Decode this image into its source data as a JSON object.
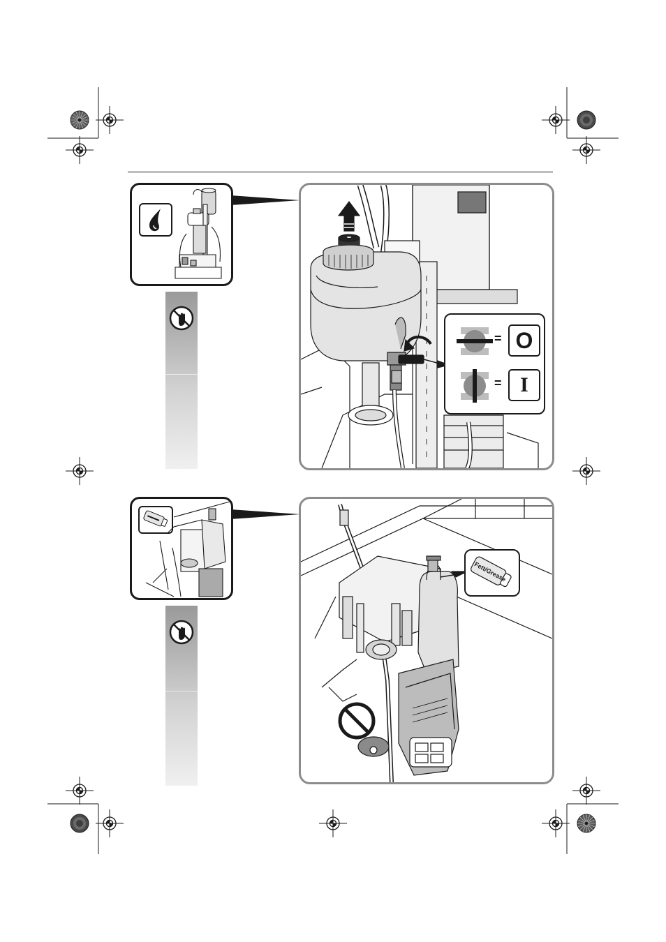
{
  "figure_top": {
    "thumbnail_icon": "oil-drop-icon",
    "strip_icon": "no-hand-icon",
    "legend": {
      "closed_symbol": "O",
      "open_symbol": "I",
      "equals": "="
    }
  },
  "figure_bottom": {
    "thumbnail_icon": "grease-can-icon",
    "strip_icon": "no-hand-icon",
    "grease_label": "Fett/Grease",
    "prohibition_icon": "prohibited-sign-icon"
  },
  "colors": {
    "line": "#1a1a1a",
    "panel_border": "#8c8c8c",
    "strip_gray": "#a8a8a8"
  }
}
